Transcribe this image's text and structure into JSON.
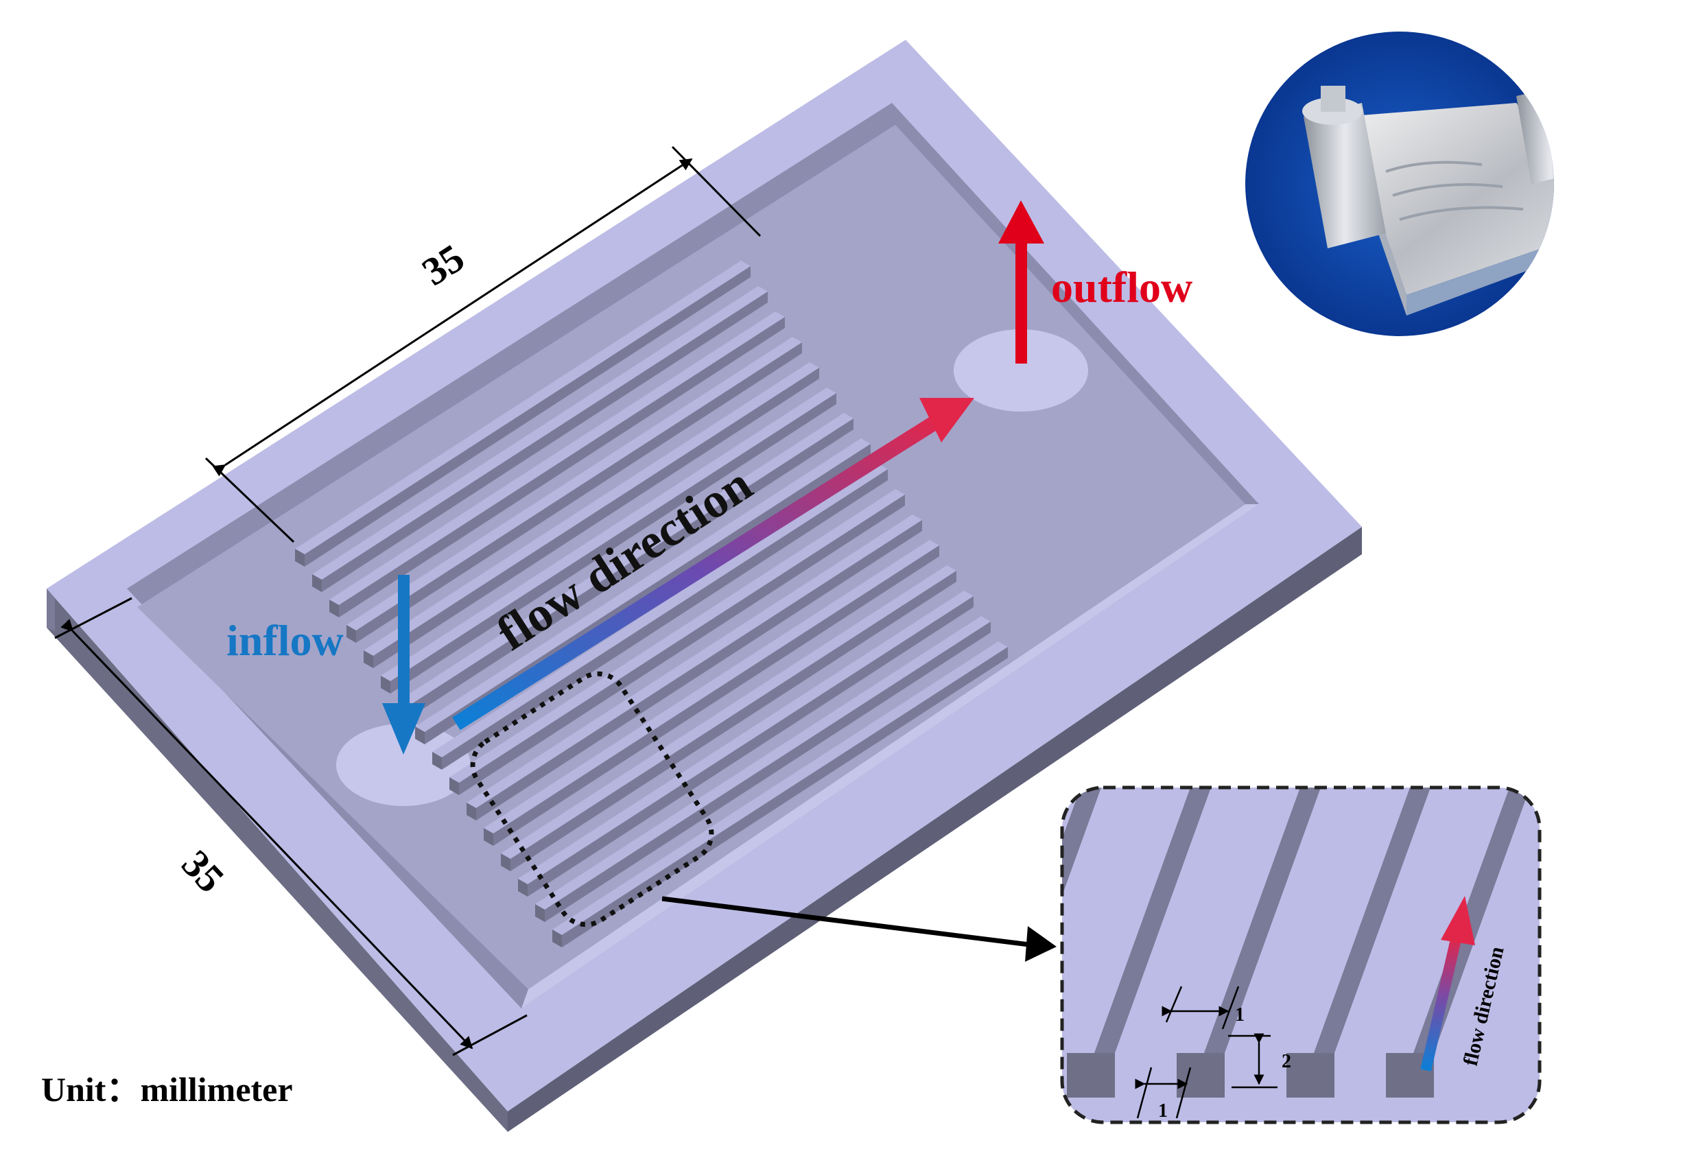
{
  "labels": {
    "dim_top": "35",
    "dim_left": "35",
    "inflow": "inflow",
    "outflow": "outflow",
    "flow_direction": "flow direction",
    "unit": "Unit：millimeter"
  },
  "inset": {
    "flow_direction": "flow direction",
    "dim_width_top": "1",
    "dim_width_bottom": "1",
    "dim_depth": "2"
  },
  "colors": {
    "plate_top": "#bcbce6",
    "plate_front": "#6c6c84",
    "plate_side": "#8c8cae",
    "pocket_floor": "#a4a4c9",
    "inflow": "#1677c4",
    "outflow": "#e0001a",
    "flow_gradient_start": "#0d7fd6",
    "flow_gradient_end": "#e2264a",
    "photo_bg": "#0b45a8"
  }
}
